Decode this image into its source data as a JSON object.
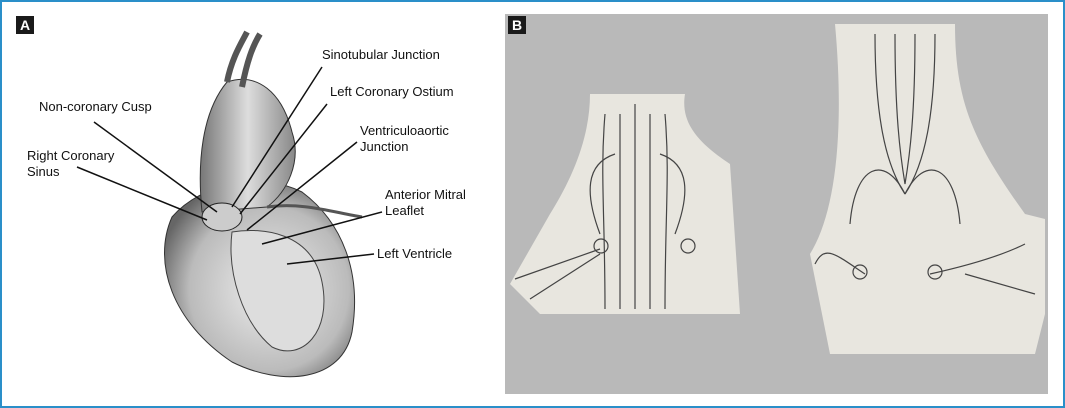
{
  "panel_a": {
    "label": "A",
    "annotations": {
      "sinotubular": "Sinotubular Junction",
      "left_coronary_ostium": "Left Coronary Ostium",
      "non_coronary_cusp": "Non-coronary Cusp",
      "ventriculoaortic_1": "Ventriculoaortic",
      "ventriculoaortic_2": "Junction",
      "right_coronary_1": "Right Coronary",
      "right_coronary_2": "Sinus",
      "mitral_1": "Anterior Mitral",
      "mitral_2": "Leaflet",
      "left_ventricle": "Left Ventricle"
    }
  },
  "panel_b": {
    "label": "B"
  },
  "colors": {
    "border": "#2a8fc9",
    "panel_b_bg": "#b9b9b9"
  }
}
